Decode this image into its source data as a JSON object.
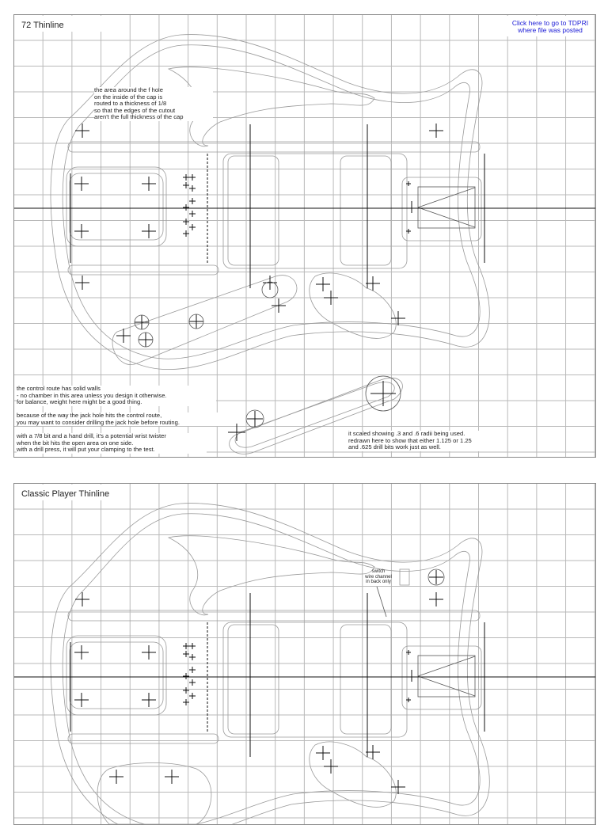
{
  "sheets": [
    {
      "title": "72 Thinline",
      "link_text": "Click here to go to TDPRI\nwhere file was posted",
      "notes": {
        "f_hole": "the area around the f hole\non the inside of the cap is\nrouted to a thickness of 1/8\nso that the edges of the cutout\naren't the full thickness of the cap",
        "control_route": "the control route has solid walls\n- no chamber in this area unless you design it otherwise.\nfor balance, weight here might be a good thing.",
        "jack_hole": "because of the way the jack hole hits the control route,\nyou may want to consider drilling the jack hole before routing.",
        "drill": "with a 7/8 bit and a hand drill, it's a potential wrist twister\nwhen the bit hits the open area on one side.\nwith a drill press, it will put your clamping to the test.",
        "radii": "it scaled showing .3 and .6 radii being used.\nredrawn here to show that either 1.125 or 1.25\nand .625 drill bits work just as well."
      }
    },
    {
      "title": "Classic Player Thinline",
      "notes": {
        "switch": "switch\nwire channel\nin back only"
      }
    }
  ],
  "icons": {
    "crosshair": "crosshair-icon"
  }
}
